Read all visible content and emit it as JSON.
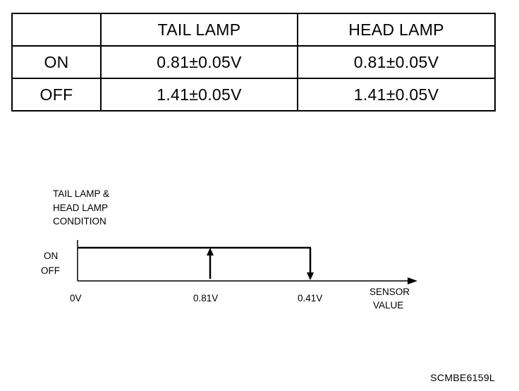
{
  "table": {
    "headers": [
      "",
      "TAIL LAMP",
      "HEAD LAMP"
    ],
    "rows": [
      {
        "label": "ON",
        "tail": "0.81±0.05V",
        "head": "0.81±0.05V"
      },
      {
        "label": "OFF",
        "tail": "1.41±0.05V",
        "head": "1.41±0.05V"
      }
    ]
  },
  "graph": {
    "y_title_lines": [
      "TAIL LAMP &",
      "HEAD LAMP",
      "CONDITION"
    ],
    "y_levels": [
      "ON",
      "OFF"
    ],
    "x_ticks": [
      "0V",
      "0.81V",
      "0.41V"
    ],
    "x_title_lines": [
      "SENSOR",
      "VALUE"
    ]
  },
  "figure_code": "SCMBE6159L"
}
